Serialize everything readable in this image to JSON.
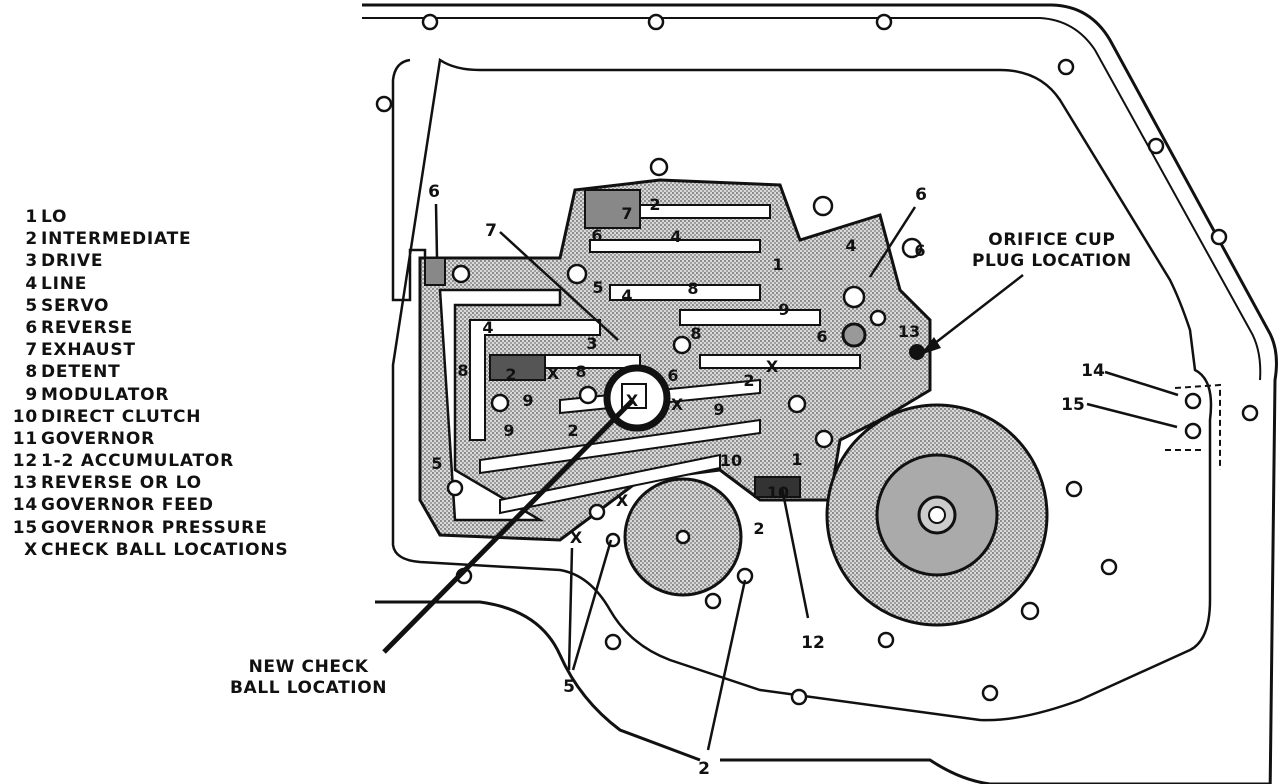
{
  "legend": [
    {
      "key": "1",
      "label": "LO"
    },
    {
      "key": "2",
      "label": "INTERMEDIATE"
    },
    {
      "key": "3",
      "label": "DRIVE"
    },
    {
      "key": "4",
      "label": "LINE"
    },
    {
      "key": "5",
      "label": "SERVO"
    },
    {
      "key": "6",
      "label": "REVERSE"
    },
    {
      "key": "7",
      "label": "EXHAUST"
    },
    {
      "key": "8",
      "label": "DETENT"
    },
    {
      "key": "9",
      "label": "MODULATOR"
    },
    {
      "key": "10",
      "label": "DIRECT CLUTCH"
    },
    {
      "key": "11",
      "label": "GOVERNOR"
    },
    {
      "key": "12",
      "label": "1-2 ACCUMULATOR"
    },
    {
      "key": "13",
      "label": "REVERSE OR LO"
    },
    {
      "key": "14",
      "label": "GOVERNOR FEED"
    },
    {
      "key": "15",
      "label": "GOVERNOR PRESSURE"
    },
    {
      "key": "X",
      "label": "CHECK BALL LOCATIONS"
    }
  ],
  "callouts": {
    "orifice_line1": "ORIFICE CUP",
    "orifice_line2": "PLUG LOCATION",
    "new_check_line1": "NEW CHECK",
    "new_check_line2": "BALL LOCATION"
  },
  "leader_numbers": {
    "six_left": "6",
    "six_right": "6",
    "seven": "7",
    "fourteen": "14",
    "fifteen": "15",
    "twelve": "12",
    "five": "5",
    "two": "2"
  },
  "channel_labels": [
    "7",
    "2",
    "4",
    "4",
    "6",
    "1",
    "6",
    "5",
    "4",
    "8",
    "9",
    "4",
    "3",
    "8",
    "6",
    "13",
    "8",
    "2",
    "X",
    "8",
    "X",
    "6",
    "2",
    "9",
    "X",
    "X",
    "9",
    "9",
    "2",
    "10",
    "1",
    "X",
    "2",
    "X",
    "5",
    "10"
  ],
  "colors": {
    "ink": "#111111",
    "shade": "#bdbdbd",
    "paper": "#ffffff"
  }
}
